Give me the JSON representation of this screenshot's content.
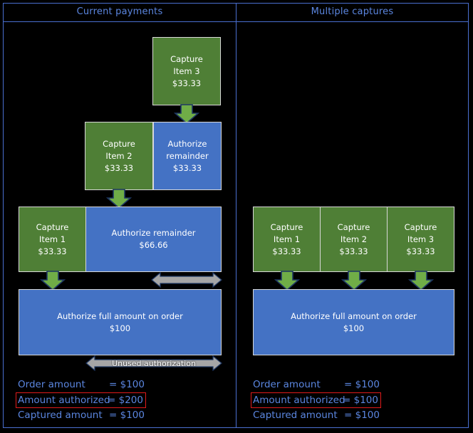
{
  "diagram": {
    "columns": [
      {
        "id": "current-payments",
        "title": "Current payments"
      },
      {
        "id": "multiple-captures",
        "title": "Multiple captures"
      }
    ],
    "colors": {
      "background": "#000000",
      "frame_blue": "#4a6fd0",
      "title_blue": "#5b86e0",
      "capture_green": "#4f7f36",
      "authorize_blue": "#4472c4",
      "arrow_green": "#70ad47",
      "arrow_grey": "#a6a6a6",
      "highlight_red": "#e01b1b",
      "box_text": "#ffffff"
    }
  },
  "left_panel": {
    "boxes": {
      "capture_item3": {
        "line1": "Capture",
        "line2": "Item 3",
        "line3": "$33.33"
      },
      "capture_item2": {
        "line1": "Capture",
        "line2": "Item 2",
        "line3": "$33.33"
      },
      "authorize_remainder_33": {
        "line1": "Authorize",
        "line2": "remainder",
        "line3": "$33.33"
      },
      "capture_item1": {
        "line1": "Capture",
        "line2": "Item 1",
        "line3": "$33.33"
      },
      "authorize_remainder_66": {
        "line1": "Authorize remainder",
        "line2": "$66.66"
      },
      "authorize_full": {
        "line1": "Authorize full amount on order",
        "line2": "$100"
      }
    },
    "unused_authorization_label": "Unused authorization",
    "legend": {
      "order_amount": {
        "label": "Order amount",
        "value": "= $100"
      },
      "amount_authorized": {
        "label": "Amount authorized",
        "value": "= $200"
      },
      "captured_amount": {
        "label": "Captured amount",
        "value": "= $100"
      }
    }
  },
  "right_panel": {
    "boxes": {
      "capture_item1": {
        "line1": "Capture",
        "line2": "Item 1",
        "line3": "$33.33"
      },
      "capture_item2": {
        "line1": "Capture",
        "line2": "Item 2",
        "line3": "$33.33"
      },
      "capture_item3": {
        "line1": "Capture",
        "line2": "Item 3",
        "line3": "$33.33"
      },
      "authorize_full": {
        "line1": "Authorize full amount on order",
        "line2": "$100"
      }
    },
    "legend": {
      "order_amount": {
        "label": "Order amount",
        "value": "= $100"
      },
      "amount_authorized": {
        "label": "Amount authorized",
        "value": "= $100"
      },
      "captured_amount": {
        "label": "Captured amount",
        "value": "= $100"
      }
    }
  }
}
